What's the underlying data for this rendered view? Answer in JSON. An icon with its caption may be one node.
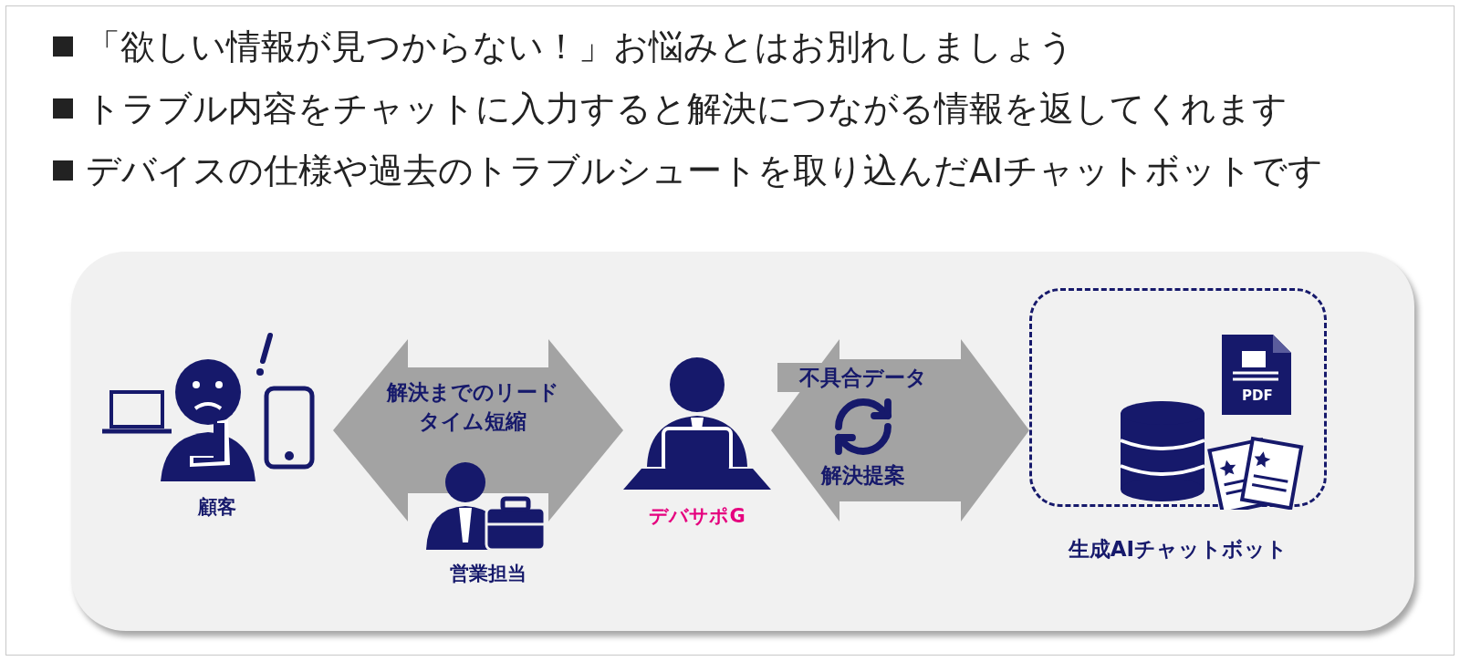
{
  "diagram": {
    "nodes": [
      {
        "text": [
          "顧客"
        ]
      },
      {
        "text": [
          "営業担当"
        ]
      },
      {
        "text": [
          "デバサポG"
        ]
      },
      {
        "text": [
          "生成AIチャットボット"
        ]
      }
    ],
    "edges": [
      {
        "from": 0,
        "to": 2,
        "arrow": "both",
        "label": "解決までのリードタイム短縮"
      },
      {
        "from": 2,
        "to": 3,
        "arrow": "both",
        "label": "不具合データ"
      }
    ],
    "labels": [
      "「欲しい情報が見つからない！」お悩みとはお別れしましょう",
      "トラブル内容をチャットに入力すると解決につながる情報を返してくれます",
      "デバイスの仕様や過去のトラブルシュートを取り込んだAIチャットボットです",
      "解決提案",
      "PDF"
    ]
  }
}
